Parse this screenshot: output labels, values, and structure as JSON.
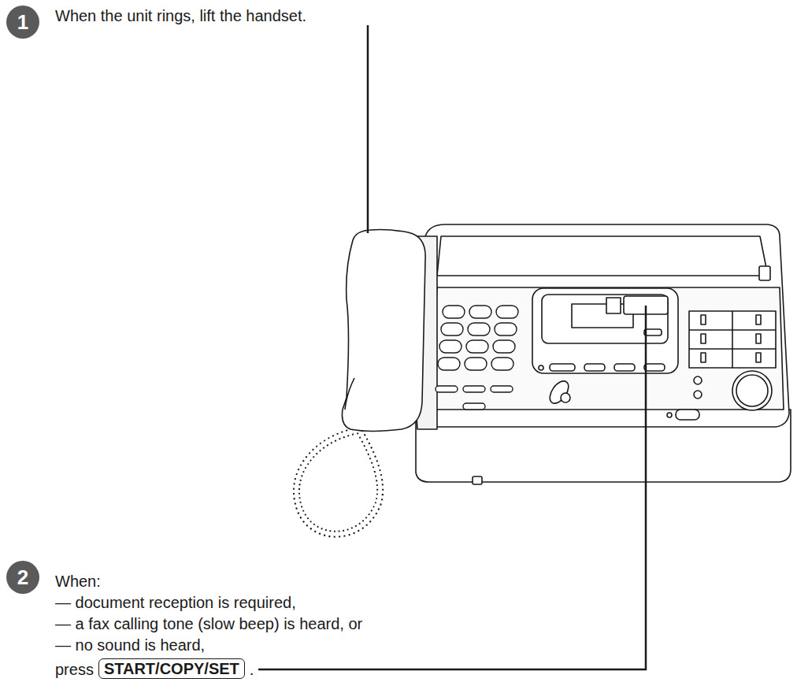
{
  "diagram": {
    "nodes": [
      {
        "text": [
          "START/COPY/SET"
        ]
      }
    ],
    "labels": [
      "1",
      "When the unit rings, lift the handset.",
      "2",
      "When:",
      "— document reception is required,",
      "— a fax calling tone (slow beep) is heard, or",
      "— no sound is heard,",
      "press",
      "."
    ]
  }
}
